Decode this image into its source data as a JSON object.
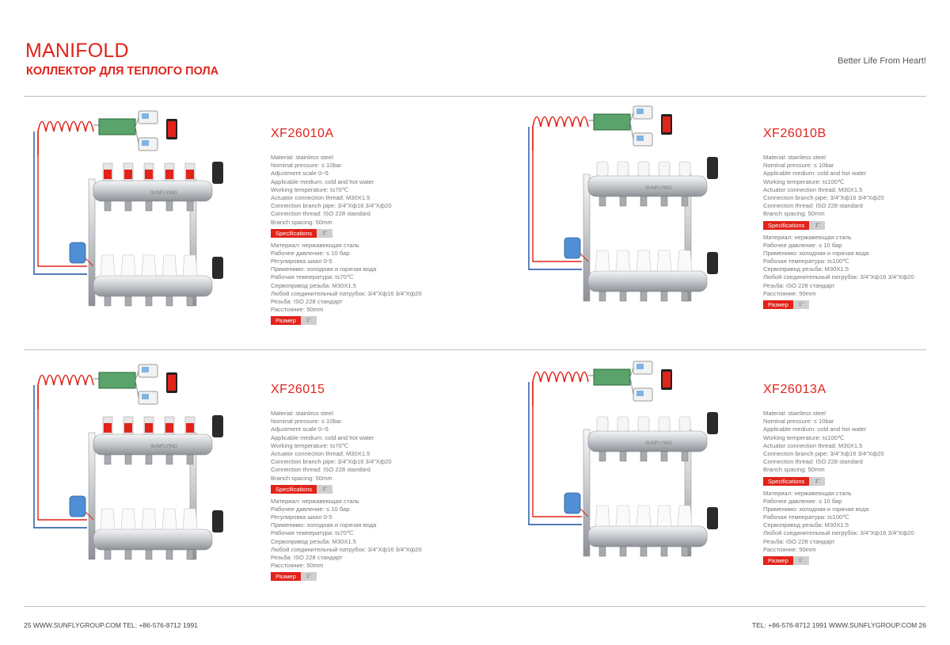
{
  "header": {
    "title": "MANIFOLD",
    "subtitle": "КОЛЛЕКТОР ДЛЯ ТЕПЛОГО ПОЛА",
    "tagline": "Better Life From Heart!"
  },
  "products": [
    {
      "model": "XF26010A",
      "brand": "SUNFLYING",
      "flowmeters": "red",
      "en": [
        "Material: stainless steel",
        "Nominal pressure: ≤ 10bar",
        "Adjustment scale 0~5",
        "Applicable medium: cold and hot water",
        "Working temperature: t≤70℃",
        "Actuator connection thread: M30X1.5",
        "Connection branch pipe: 3/4\"Xф16  3/4\"Xф20",
        "Connection thread: ISO 228 standard",
        "Branch spacing: 50mm"
      ],
      "en_tag": "Specifications",
      "en_size": "1\"",
      "ru": [
        "Материал: нержавеющая сталь",
        "Рабочее давление: ≤ 10 бар",
        "Регулировка шкал 0-5",
        "Применимо: холодная и горячая вода",
        "Рабочая температура: t≤70℃",
        "Сервопривод резьба: M30X1.5",
        "Любой соединительный патрубок: 3/4\"Xф16  3/4\"Xф20",
        "Резьба: ISO 228 стандарт",
        "Расстояние: 50mm"
      ],
      "ru_tag": "Размер",
      "ru_size": "1\""
    },
    {
      "model": "XF26010B",
      "brand": "SUNFLYING",
      "flowmeters": "white",
      "en": [
        "Material: stainless steel",
        "Nominal pressure: ≤ 10bar",
        "Applicable medium: cold and hot water",
        "Working temperature: t≤100℃",
        "Actuator connection thread: M30X1.5",
        "Connection branch  pipe: 3/4\"Xф16  3/4\"Xф20",
        "Connection thread: ISO 228 standard",
        "Branch spacing: 50mm"
      ],
      "en_tag": "Specifications",
      "en_size": "1\"",
      "ru": [
        "Материал: нержавеющая сталь",
        "Рабочее давление: ≤ 10 бар",
        "Применимо: холодная и горячая вода",
        "Рабочая температура: t≤100℃",
        "Сервопривод резьба: M30X1.5",
        "Любой соединительный патрубок: 3/4\"Xф16  3/4\"Xф20",
        "Резьба: ISO 228 стандарт",
        "Расстояние: 50mm"
      ],
      "ru_tag": "Размер",
      "ru_size": "1\""
    },
    {
      "model": "XF26015",
      "brand": "SUNFLYING",
      "flowmeters": "red",
      "en": [
        "Material: stainless steel",
        "Nominal pressure: ≤ 10bar",
        "Adjustment scale 0~5",
        "Applicable medium: cold and hot water",
        "Working temperature: t≤70℃",
        "Actuator connection thread: M30X1.5",
        "Connection branch pipe: 3/4\"Xф16  3/4\"Xф20",
        "Connection thread: ISO 228 standard",
        "Branch spacing: 50mm"
      ],
      "en_tag": "Specifications",
      "en_size": "1\"",
      "ru": [
        "Материал: нержавеющая сталь",
        "Рабочее давление: ≤ 10 бар",
        "Регулировка шкал 0-5",
        "Применимо: холодная и горячая вода",
        "Рабочая температура: t≤70℃",
        "Сервопривод резьба: M30X1.5",
        "Любой соединительный патрубок: 3/4\"Xф16  3/4\"Xф20",
        "Резьба: ISO 228 стандарт",
        "Расстояние: 50mm"
      ],
      "ru_tag": "Размер",
      "ru_size": "1\""
    },
    {
      "model": "XF26013A",
      "brand": "SUNFLYING",
      "flowmeters": "white",
      "en": [
        "Material: stainless steel",
        "Nominal pressure: ≤ 10bar",
        "Applicable medium: cold and hot water",
        "Working temperature: t≤100℃",
        "Actuator connection thread: M30X1.5",
        "Connection branch  pipe: 3/4\"Xф16  3/4\"Xф20",
        "Connection thread: ISO 228 standard",
        "Branch spacing: 50mm"
      ],
      "en_tag": "Specifications",
      "en_size": "1\"",
      "ru": [
        "Материал: нержавеющая сталь",
        "Рабочее давление: ≤ 10 бар",
        "Применимо: холодная и горячая вода",
        "Рабочая температура: t≤100℃",
        "Сервопривод резьба: M30X1.5",
        "Любой соединительный патрубок: 3/4\"Xф16  3/4\"Xф20",
        "Резьба:  ISO 228  стандарт",
        "Расстояние:  50mm"
      ],
      "ru_tag": "Размер",
      "ru_size": "1\""
    }
  ],
  "footer": {
    "left": "25 WWW.SUNFLYGROUP.COM  TEL: +86-576-8712 1991",
    "right": "TEL: +86-576-8712 1991 WWW.SUNFLYGROUP.COM  26"
  },
  "colors": {
    "accent": "#e2231a",
    "pipe_red": "#e2231a",
    "pipe_blue": "#1c4fa0",
    "steel": "#c9ccd0"
  }
}
